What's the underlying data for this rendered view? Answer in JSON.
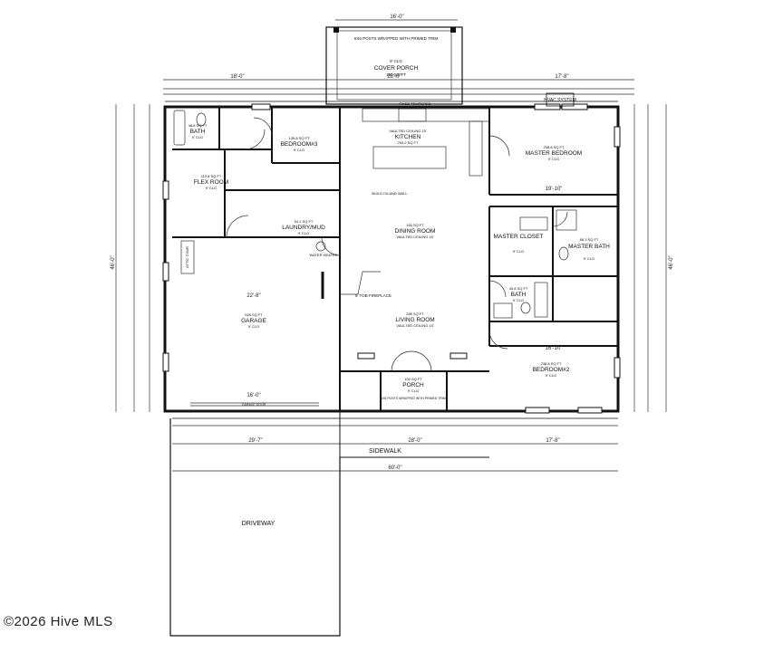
{
  "rooms": {
    "cover_porch": {
      "name": "COVER PORCH",
      "area": "180 SQ FT",
      "clg": "9' CLG",
      "posts": "6X6 POSTS WRAPPED WITH PRIMED TRIM",
      "width": "16'-0\""
    },
    "bath": {
      "name": "BATH",
      "area": "48.8 SQ FT",
      "clg": "9' CLG"
    },
    "bedroom3": {
      "name": "BEDROOM#3",
      "area": "135.8 SQ FT",
      "clg": "9' CLG"
    },
    "kitchen": {
      "name": "KITCHEN",
      "area": "253.2 SQ FT",
      "clg": "VAULTED CEILING 15'"
    },
    "master_bedroom": {
      "name": "MASTER BEDROOM",
      "area": "208.8 SQ FT",
      "clg": "9' CLG"
    },
    "flex_room": {
      "name": "FLEX ROOM",
      "area": "113.8 SQ FT",
      "clg": "9' CLG"
    },
    "laundry": {
      "name": "LAUNDRY/MUD",
      "area": "54.2 SQ FT",
      "clg": "9' CLG"
    },
    "dining": {
      "name": "DINING ROOM",
      "area": "160 SQ FT",
      "clg": "VAULTED CEILING 15'"
    },
    "master_closet": {
      "name": "MASTER CLOSET",
      "clg": "9' CLG"
    },
    "master_bath": {
      "name": "MASTER BATH",
      "area": "86.3 SQ FT",
      "clg": "9' CLG"
    },
    "garage": {
      "name": "GARAGE",
      "area": "528 SQ FT",
      "clg": "9' CLG",
      "door": "GARAGE DOOR"
    },
    "bath2": {
      "name": "BATH",
      "area": "45.8 SQ FT",
      "clg": "9' CLG"
    },
    "living": {
      "name": "LIVING ROOM",
      "area": "285 SQ FT",
      "clg": "VAULTED CEILING 15'"
    },
    "bedroom2": {
      "name": "BEDROOM#2",
      "area": "238.8 SQ FT",
      "clg": "9' CLG"
    },
    "porch": {
      "name": "PORCH",
      "area": "100 SQ FT",
      "clg": "9' CLG",
      "posts": "6X6 POSTS WRAPPED WITH PRIMED TRIM"
    },
    "driveway": {
      "name": "DRIVEWAY"
    },
    "sidewalk": {
      "name": "SIDEWALK"
    }
  },
  "notes": {
    "hvac": "HVAC SYSTEM",
    "water_heater": "WATER HEATER",
    "fireplace": "6' TOB FIREPLACE",
    "attic_stair": "ATTIC STAIR",
    "fixed_tempered": "FIXED TEMPERED",
    "build_island_wall": "BUILD ISLAND WALL"
  },
  "dimensions": {
    "top_left": "18'-0\"",
    "top_mid": "28'-0\"",
    "top_right": "17'-8\"",
    "bottom_left": "29'-7\"",
    "bottom_mid": "28'-0\"",
    "bottom_right": "17'-8\"",
    "overall_width": "60'-0\"",
    "overall_depth": "46'-0\"",
    "garage_w": "22'-8\"",
    "garage_door_w": "16'-0\"",
    "master_w": "19'-10\"",
    "bed2_w": "16'-10\""
  },
  "watermark": "©2026 Hive MLS"
}
